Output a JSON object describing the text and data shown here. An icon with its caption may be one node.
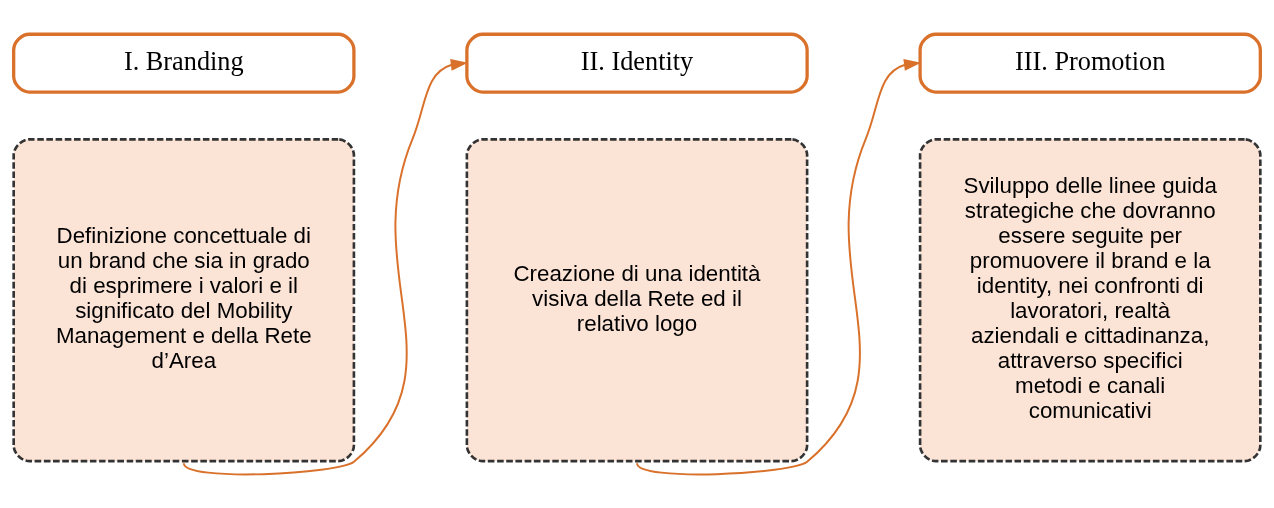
{
  "diagram": {
    "nodes": [
      {
        "text": [
          "I. Branding"
        ]
      },
      {
        "text": [
          "Definizione concettuale di un brand che sia in grado di esprimere i valori e il significato del Mobility Management e della Rete d’Area"
        ]
      },
      {
        "text": [
          "II. Identity"
        ]
      },
      {
        "text": [
          "Creazione di una identità visiva della Rete ed il relativo logo"
        ]
      },
      {
        "text": [
          "III. Promotion"
        ]
      },
      {
        "text": [
          "Sviluppo delle linee guida strategiche che dovranno essere seguite per promuovere il brand e la identity, nei confronti di lavoratori, realtà aziendali e cittadinanza, attraverso specifici metodi e canali comunicativi"
        ]
      }
    ],
    "edges": [
      {
        "from": 1,
        "to": 2,
        "arrow": "to"
      },
      {
        "from": 3,
        "to": 4,
        "arrow": "to"
      }
    ]
  }
}
